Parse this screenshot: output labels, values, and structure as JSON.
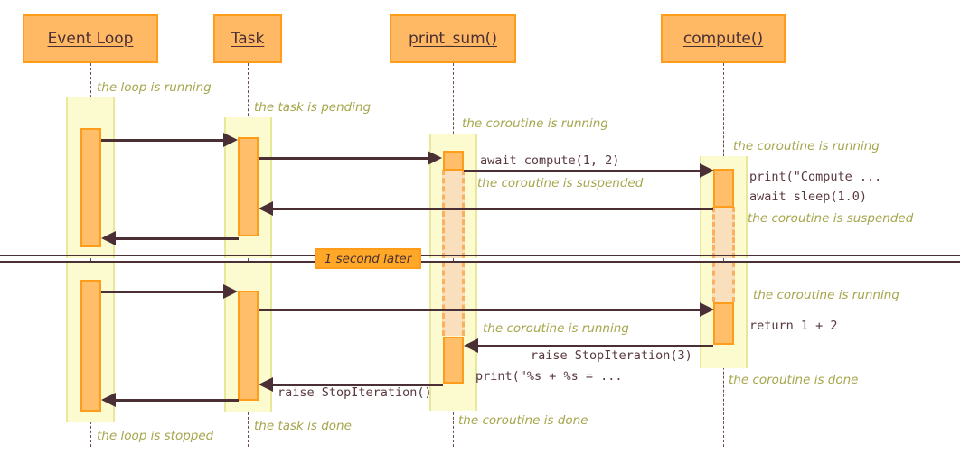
{
  "diagram": {
    "type": "sequence-diagram",
    "title": "asyncio event loop coroutine sequence",
    "colors": {
      "participant_fill": "#FFB964",
      "participant_border": "#FF9C1A",
      "activation_fill": "#FFBE6A",
      "activation_border": "#FF9C1A",
      "suspended_fill": "#FADFBC",
      "suspended_border": "#FCAF5E",
      "state_band_fill": "#FBFBCF",
      "state_band_border": "#E8E89B",
      "note_text": "#A6A64D",
      "code_text": "#59393E",
      "arrow": "#4A2F35",
      "divider_fill": "#FFA726"
    }
  },
  "participants": [
    {
      "id": "event-loop",
      "label": "Event Loop"
    },
    {
      "id": "task",
      "label": "Task"
    },
    {
      "id": "print-sum",
      "label": "print_sum()"
    },
    {
      "id": "compute",
      "label": "compute()"
    }
  ],
  "divider": {
    "label": "1 second later"
  },
  "notes": [
    {
      "id": "note-loop-running",
      "text": "the loop is running"
    },
    {
      "id": "note-task-pending",
      "text": "the task is pending"
    },
    {
      "id": "note-printsum-running-1",
      "text": "the coroutine is running"
    },
    {
      "id": "note-compute-running-1",
      "text": "the coroutine is running"
    },
    {
      "id": "note-printsum-suspended",
      "text": "the coroutine is suspended"
    },
    {
      "id": "note-compute-suspended",
      "text": "the coroutine is suspended"
    },
    {
      "id": "note-compute-running-2",
      "text": "the coroutine is running"
    },
    {
      "id": "note-printsum-running-2",
      "text": "the coroutine is running"
    },
    {
      "id": "note-compute-done",
      "text": "the coroutine is done"
    },
    {
      "id": "note-printsum-done",
      "text": "the coroutine is done"
    },
    {
      "id": "note-task-done",
      "text": "the task is done"
    },
    {
      "id": "note-loop-stopped",
      "text": "the loop is stopped"
    }
  ],
  "messages": [
    {
      "id": "msg-loop-to-task-1",
      "from": "event-loop",
      "to": "task",
      "label": "",
      "direction": "right"
    },
    {
      "id": "msg-task-to-printsum-1",
      "from": "task",
      "to": "print-sum",
      "label": "",
      "direction": "right"
    },
    {
      "id": "msg-printsum-to-compute-1",
      "from": "print-sum",
      "to": "compute",
      "label": "await compute(1, 2)",
      "direction": "right"
    },
    {
      "id": "msg-compute-to-task-1",
      "from": "compute",
      "to": "task",
      "label": "",
      "direction": "left"
    },
    {
      "id": "msg-task-to-loop-1",
      "from": "task",
      "to": "event-loop",
      "label": "",
      "direction": "left"
    },
    {
      "id": "msg-loop-to-task-2",
      "from": "event-loop",
      "to": "task",
      "label": "",
      "direction": "right"
    },
    {
      "id": "msg-task-to-compute-2",
      "from": "task",
      "to": "compute",
      "label": "",
      "direction": "right"
    },
    {
      "id": "msg-compute-to-printsum-2",
      "from": "compute",
      "to": "print-sum",
      "label": "raise StopIteration(3)",
      "direction": "left"
    },
    {
      "id": "msg-printsum-to-task-2",
      "from": "print-sum",
      "to": "task",
      "label": "raise StopIteration()",
      "direction": "left"
    },
    {
      "id": "msg-task-to-loop-2",
      "from": "task",
      "to": "event-loop",
      "label": "",
      "direction": "left"
    }
  ],
  "code_labels": [
    {
      "id": "code-await-compute",
      "text": "await compute(1, 2)"
    },
    {
      "id": "code-print-compute",
      "text": "print(\"Compute ..."
    },
    {
      "id": "code-await-sleep",
      "text": "await sleep(1.0)"
    },
    {
      "id": "code-return-sum",
      "text": "return 1 + 2"
    },
    {
      "id": "code-raise-stop-3",
      "text": "raise StopIteration(3)"
    },
    {
      "id": "code-print-result",
      "text": "print(\"%s + %s = ..."
    },
    {
      "id": "code-raise-stop",
      "text": "raise StopIteration()"
    }
  ]
}
